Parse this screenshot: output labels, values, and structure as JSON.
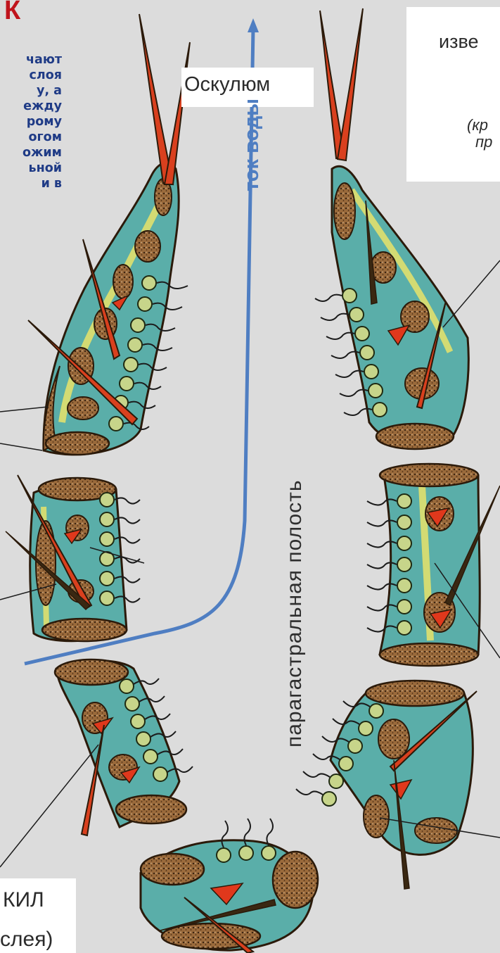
{
  "heading": "К",
  "left_text_lines": [
    "чают",
    "слоя",
    "у,   а",
    "ежду",
    "рому",
    "огом",
    "ожим",
    "ьной",
    "и   в"
  ],
  "osculum_label": "Оскулюм",
  "flow_label": "ток воды",
  "cavity_label": "парагастральная полость",
  "top_right_text": "изве",
  "top_right_italic_lines": [
    "(кр",
    "пр"
  ],
  "bottom_left_lines": [
    "КИЛ",
    "слея)"
  ],
  "colors": {
    "heading_red": "#c0141c",
    "text_blue": "#1f3b86",
    "flow_blue": "#4f7ec2",
    "mesohyl_teal": "#63b5b0",
    "pinacocyte_brown": "#8a5a2e",
    "spicule_red": "#d9401e",
    "choanocyte_green": "#2f6b2a"
  }
}
